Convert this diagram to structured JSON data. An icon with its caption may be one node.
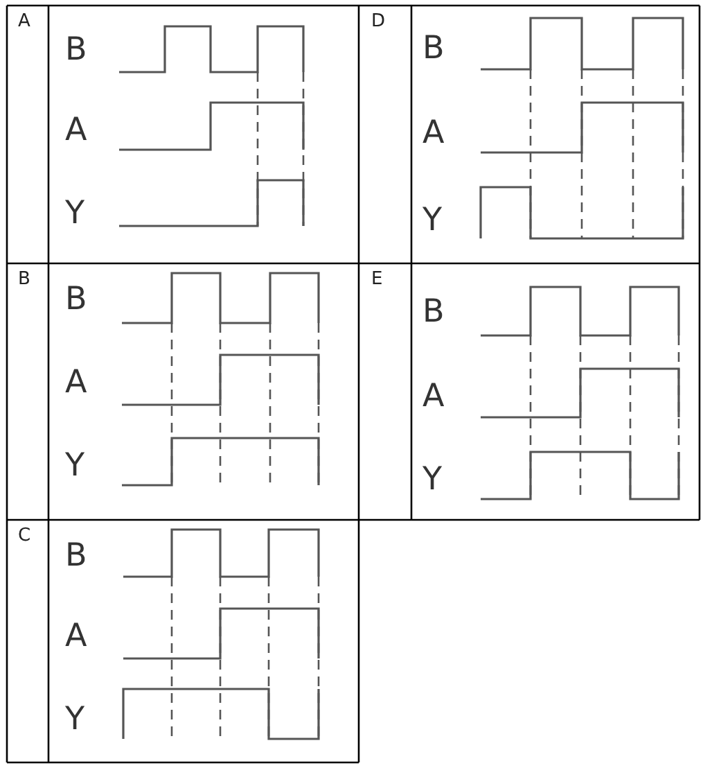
{
  "diagram": {
    "labels": [
      "A",
      "B",
      "A",
      "Y",
      "D",
      "B",
      "A",
      "Y",
      "B",
      "B",
      "A",
      "Y",
      "E",
      "B",
      "A",
      "Y",
      "C",
      "B",
      "A",
      "Y"
    ]
  }
}
